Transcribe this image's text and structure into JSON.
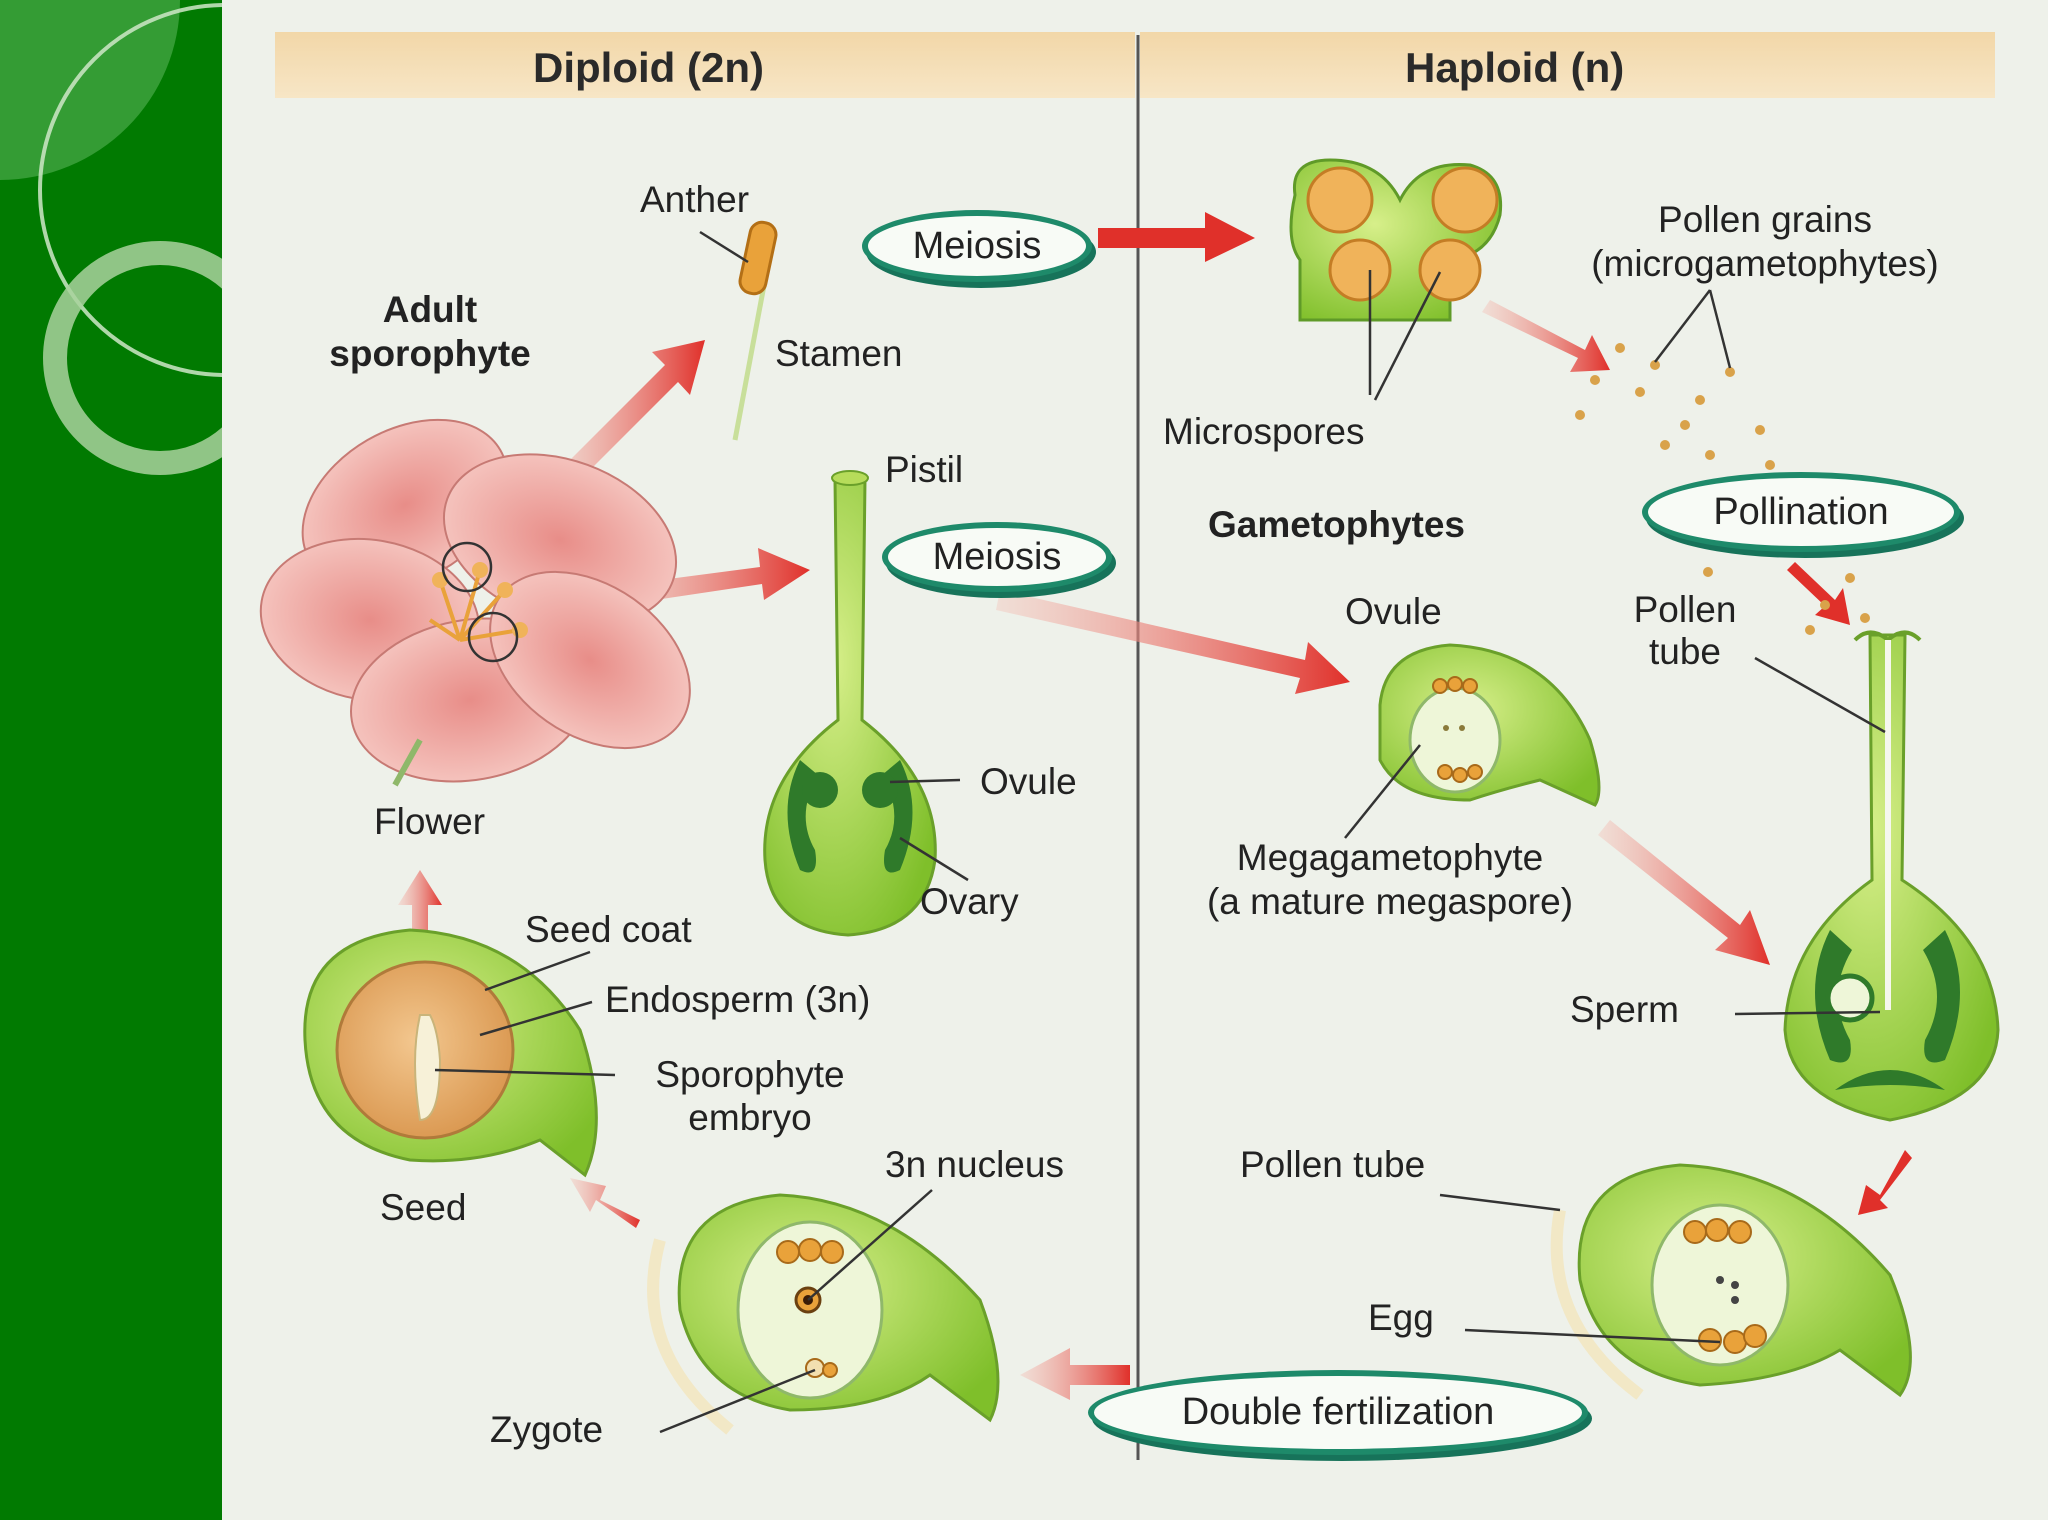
{
  "headers": {
    "diploid": "Diploid (2n)",
    "haploid": "Haploid (n)"
  },
  "labels": {
    "anther": "Anther",
    "adult_sporophyte_1": "Adult",
    "adult_sporophyte_2": "sporophyte",
    "stamen": "Stamen",
    "pistil": "Pistil",
    "flower": "Flower",
    "ovule_diploid": "Ovule",
    "ovary": "Ovary",
    "seed_coat": "Seed coat",
    "endosperm": "Endosperm (3n)",
    "sporophyte_embryo_1": "Sporophyte",
    "sporophyte_embryo_2": "embryo",
    "seed": "Seed",
    "nucleus_3n": "3n nucleus",
    "zygote": "Zygote",
    "pollen_grains_1": "Pollen grains",
    "pollen_grains_2": "(microgametophytes)",
    "microspores": "Microspores",
    "gametophytes": "Gametophytes",
    "ovule_haploid": "Ovule",
    "pollen_tube_short_1": "Pollen",
    "pollen_tube_short_2": "tube",
    "megagametophyte_1": "Megagametophyte",
    "megagametophyte_2": "(a mature megaspore)",
    "sperm": "Sperm",
    "pollen_tube": "Pollen tube",
    "egg": "Egg"
  },
  "processes": {
    "meiosis_top": "Meiosis",
    "meiosis_mid": "Meiosis",
    "pollination": "Pollination",
    "double_fertilization": "Double fertilization"
  },
  "colors": {
    "sidebar": "#017a01",
    "panel": "#eef1ea",
    "arrow": "#e0302a",
    "plant_green": "#9fcf3a",
    "dark_green": "#2f7a2a",
    "ring": "#1e8a6a",
    "petal": "#f2b6b0"
  }
}
